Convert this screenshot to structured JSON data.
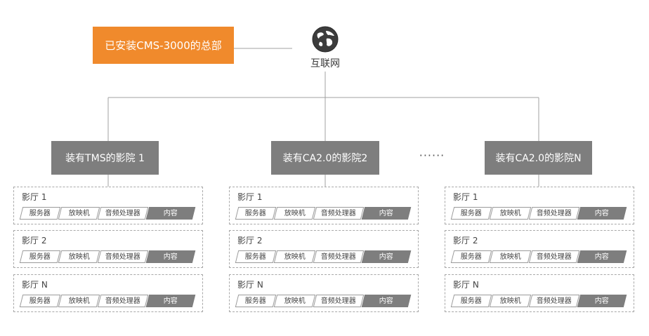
{
  "hq": {
    "label": "已安装CMS-3000的总部"
  },
  "internet": {
    "label": "互联网",
    "icon": "globe-icon"
  },
  "ellipsis": "······",
  "colors": {
    "hq": "#f08a2c",
    "cinema": "#7e7e7e",
    "content_tag": "#7e7e7e",
    "line": "#a0a0a0"
  },
  "columns": [
    {
      "cinema": "装有TMS的影院 1",
      "halls": [
        {
          "title": "影厅 1",
          "tags": [
            "服务器",
            "放映机",
            "音频处理器",
            "内容"
          ]
        },
        {
          "title": "影厅 2",
          "tags": [
            "服务器",
            "放映机",
            "音频处理器",
            "内容"
          ]
        },
        {
          "title": "影厅 N",
          "tags": [
            "服务器",
            "放映机",
            "音频处理器",
            "内容"
          ]
        }
      ]
    },
    {
      "cinema": "装有CA2.0的影院2",
      "halls": [
        {
          "title": "影厅 1",
          "tags": [
            "服务器",
            "放映机",
            "音频处理器",
            "内容"
          ]
        },
        {
          "title": "影厅 2",
          "tags": [
            "服务器",
            "放映机",
            "音频处理器",
            "内容"
          ]
        },
        {
          "title": "影厅 N",
          "tags": [
            "服务器",
            "放映机",
            "音频处理器",
            "内容"
          ]
        }
      ]
    },
    {
      "cinema": "装有CA2.0的影院N",
      "halls": [
        {
          "title": "影厅 1",
          "tags": [
            "服务器",
            "放映机",
            "音频处理器",
            "内容"
          ]
        },
        {
          "title": "影厅 2",
          "tags": [
            "服务器",
            "放映机",
            "音频处理器",
            "内容"
          ]
        },
        {
          "title": "影厅 N",
          "tags": [
            "服务器",
            "放映机",
            "音频处理器",
            "内容"
          ]
        }
      ]
    }
  ]
}
